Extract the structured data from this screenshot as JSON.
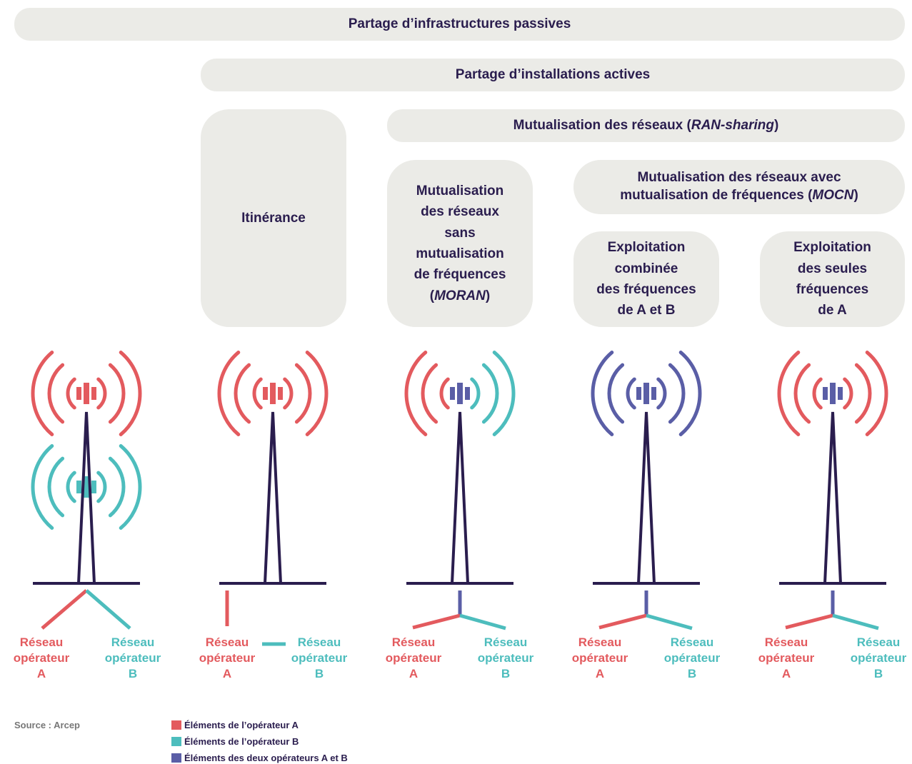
{
  "headers": {
    "passive": "Partage d’infrastructures passives",
    "active": "Partage d’installations actives",
    "ran_prefix": "Mutualisation des réseaux (",
    "ran_italic": "RAN-sharing",
    "ran_suffix": ")",
    "mocn_line1": "Mutualisation des réseaux avec",
    "mocn_line2_prefix": "mutualisation de fréquences (",
    "mocn_italic": "MOCN",
    "mocn_suffix": ")"
  },
  "boxes": {
    "itinerance": "Itinérance",
    "moran_lines": [
      "Mutualisation",
      "des réseaux",
      "sans",
      "mutualisation",
      "de fréquences"
    ],
    "moran_prefix": "(",
    "moran_italic": "MORAN",
    "moran_suffix": ")",
    "combined_lines": [
      "Exploitation",
      "combinée",
      "des fréquences",
      "de A et B"
    ],
    "only_a_lines": [
      "Exploitation",
      "des seules",
      "fréquences",
      "de A"
    ]
  },
  "network_labels": {
    "a": "Réseau\nopérateur\nA",
    "b": "Réseau\nopérateur\nB"
  },
  "source": "Source : Arcep",
  "legend": [
    {
      "label": "Éléments de l’opérateur A",
      "color": "#e35a5e"
    },
    {
      "label": "Éléments de l’opérateur B",
      "color": "#4dbdbd"
    },
    {
      "label": "Éléments des deux opérateurs A et B",
      "color": "#5a5ea6"
    }
  ],
  "colors": {
    "operator_a": "#e35a5e",
    "operator_b": "#4dbdbd",
    "shared": "#5a5ea6",
    "tower": "#2a1d4e",
    "box_bg": "#ebebe7"
  }
}
